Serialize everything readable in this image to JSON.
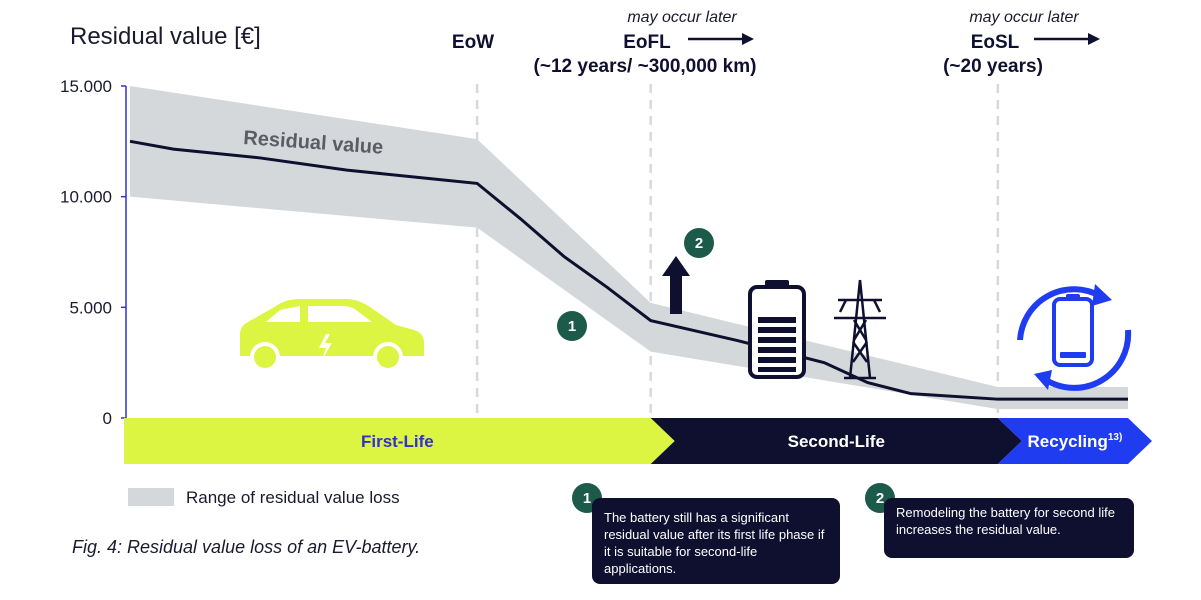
{
  "chart_data": {
    "type": "area",
    "ylabel": "Residual value [€]",
    "ylim": [
      0,
      15000
    ],
    "y_ticks": [
      {
        "value": 0,
        "label": "0"
      },
      {
        "value": 5000,
        "label": "5.000"
      },
      {
        "value": 10000,
        "label": "10.000"
      },
      {
        "value": 15000,
        "label": "15.000"
      }
    ],
    "xlim": [
      0,
      23
    ],
    "series": [
      {
        "name": "Residual value",
        "x": [
          0,
          1,
          3,
          5,
          7,
          8,
          9,
          10,
          11,
          12,
          14,
          16,
          17,
          18,
          20,
          23
        ],
        "values": [
          12500,
          12150,
          11750,
          11200,
          10800,
          10600,
          9000,
          7300,
          5900,
          4400,
          3500,
          2500,
          1600,
          1100,
          850,
          850
        ]
      }
    ],
    "band": {
      "name": "Range of residual value loss",
      "x": [
        0,
        8,
        12,
        20,
        23
      ],
      "upper": [
        15000,
        12600,
        5200,
        1400,
        1400
      ],
      "lower": [
        10000,
        8600,
        3000,
        400,
        400
      ]
    },
    "markers": [
      {
        "id": "eow",
        "x": 8,
        "name": "EoW",
        "sub": "",
        "note": ""
      },
      {
        "id": "eofl",
        "x": 12,
        "name": "EoFL",
        "sub": "(~12 years/ ~300,000 km)",
        "note": "may occur later"
      },
      {
        "id": "eosl",
        "x": 20,
        "name": "EoSL",
        "sub": "(~20 years)",
        "note": "may occur later"
      }
    ],
    "phases": [
      {
        "id": "first",
        "label": "First-Life",
        "superscript": "",
        "x0": 0,
        "x1": 12,
        "fill": "#dcf543",
        "text": "#3232c8"
      },
      {
        "id": "second",
        "label": "Second-Life",
        "superscript": "",
        "x0": 12,
        "x1": 20,
        "fill": "#0f1030",
        "text": "#ffffff"
      },
      {
        "id": "recycling",
        "label": "Recycling",
        "superscript": "13)",
        "x0": 20,
        "x1": 23,
        "fill": "#1f3cf0",
        "text": "#ffffff"
      }
    ],
    "badges": [
      {
        "id": "1",
        "label": "1"
      },
      {
        "id": "2",
        "label": "2"
      }
    ]
  },
  "colors": {
    "band": "#d5d8da",
    "line": "#0f1030",
    "axis": "#3232c8",
    "badge": "#1c5a4a",
    "car": "#dcf543",
    "recycle": "#1f3cf0",
    "dashed": "#d9d9d9"
  },
  "icons": [
    "car-icon",
    "battery-icon",
    "power-pylon-icon",
    "recycle-icon",
    "up-arrow-icon",
    "right-arrow-icon"
  ],
  "legend": {
    "label": "Range of residual value loss"
  },
  "notes": [
    {
      "id": "1",
      "badge": "1",
      "text": "The battery still has a significant residual value after its first life phase if it is suitable for second-life applications."
    },
    {
      "id": "2",
      "badge": "2",
      "text": "Remodeling the battery for second life increases the residual value."
    }
  ],
  "caption": "Fig. 4: Residual value loss of an EV-battery."
}
